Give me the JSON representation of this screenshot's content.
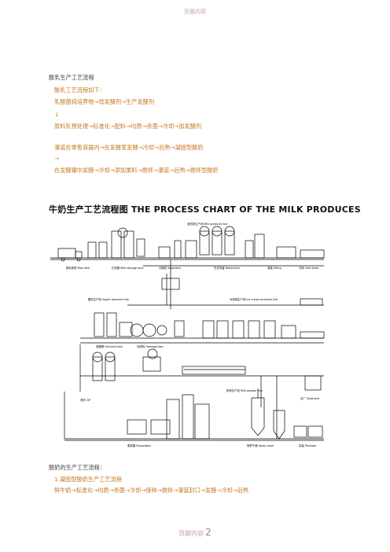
{
  "page": {
    "header": "页眉内容",
    "footer": "页脚内容",
    "page_number": "2"
  },
  "yogurt": {
    "title": "酸乳生产工艺流程",
    "subtitle": "酸乳工艺流程如下：",
    "lines": [
      "乳酸菌纯培养物→母发酵剂→生产发酵剂",
      "↓",
      "原料乳预处理→标准化→配料→均质→杀菌→冷却→加发酵剂",
      "灌装在零售容器内→在发酵室发酵→冷却→后熟→凝固型酸奶",
      "→",
      "在发酵罐中发酵→冷却→添加果料→搅拌→灌装→后熟→搅拌型酸奶"
    ]
  },
  "chart": {
    "title": "牛奶生产工艺流程图 THE PROCESS CHART OF THE MILK PRODUCES",
    "labels": {
      "milk_reception": "鲜奶收购 Raw milk",
      "liquid_line": "液态奶生产线 Milk products line",
      "storage": "贮奶罐 Milk storage tank",
      "separator": "分离机 Separator",
      "pasteurizer": "巴氏杀菌 Pasteurizer",
      "filling": "灌装 Filling",
      "cold_store": "冷库 Cold store",
      "yogurt_line": "酸奶生产线 Yogurt products line",
      "ferment": "发酵罐 Ferment tank",
      "icecream_line": "冰淇淋生产线 Ice cream products line",
      "powder_line": "奶粉生产线 Milk powder line",
      "dryer": "喷雾干燥 Spray dryer",
      "package": "包装 Package",
      "evaporator": "蒸发器 Evaporator",
      "homogenizer": "均质机 Homogenizer",
      "cip": "清洗 CIP",
      "shipment": "出厂 Shipment"
    }
  },
  "acid_milk": {
    "title": "酸奶的生产工艺流程：",
    "subtitle": "1.凝固型酸奶生产工艺流程",
    "line": "鲜牛奶→标准化→均质→杀菌→冷却→接种→搅拌→灌装封口→发酵→冷却→后熟"
  }
}
